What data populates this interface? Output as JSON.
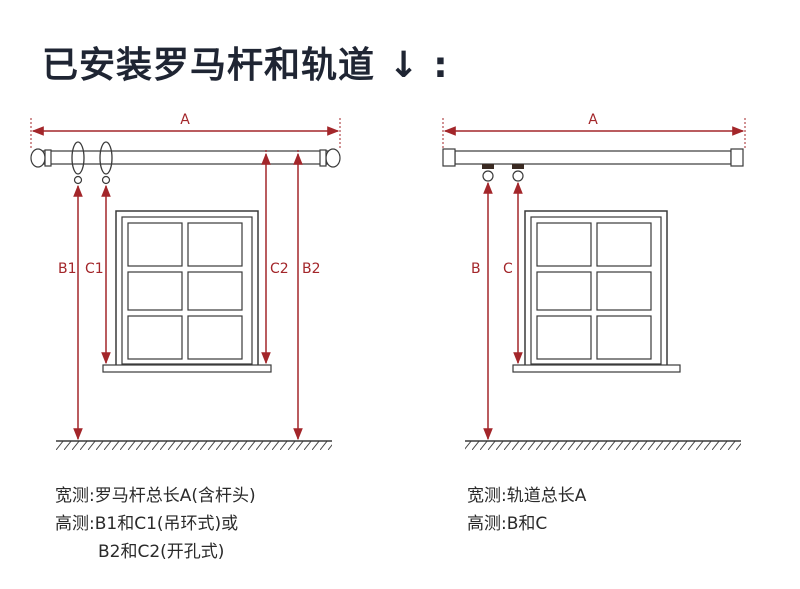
{
  "title": "已安装罗马杆和轨道 ↓ :",
  "colors": {
    "dimension": "#a3262a",
    "outline": "#3a3a3a",
    "title": "#1f2533"
  },
  "roman_rod": {
    "width_label": "A",
    "floor_height_ring_label": "B1",
    "window_height_ring_label": "C1",
    "window_height_hole_label": "C2",
    "floor_height_hole_label": "B2",
    "caption_width": "宽测:罗马杆总长A(含杆头)",
    "caption_height_1": "高测:B1和C1(吊环式)或",
    "caption_height_2": "B2和C2(开孔式)"
  },
  "track": {
    "width_label": "A",
    "floor_height_label": "B",
    "window_height_label": "C",
    "caption_width": "宽测:轨道总长A",
    "caption_height": "高测:B和C"
  }
}
